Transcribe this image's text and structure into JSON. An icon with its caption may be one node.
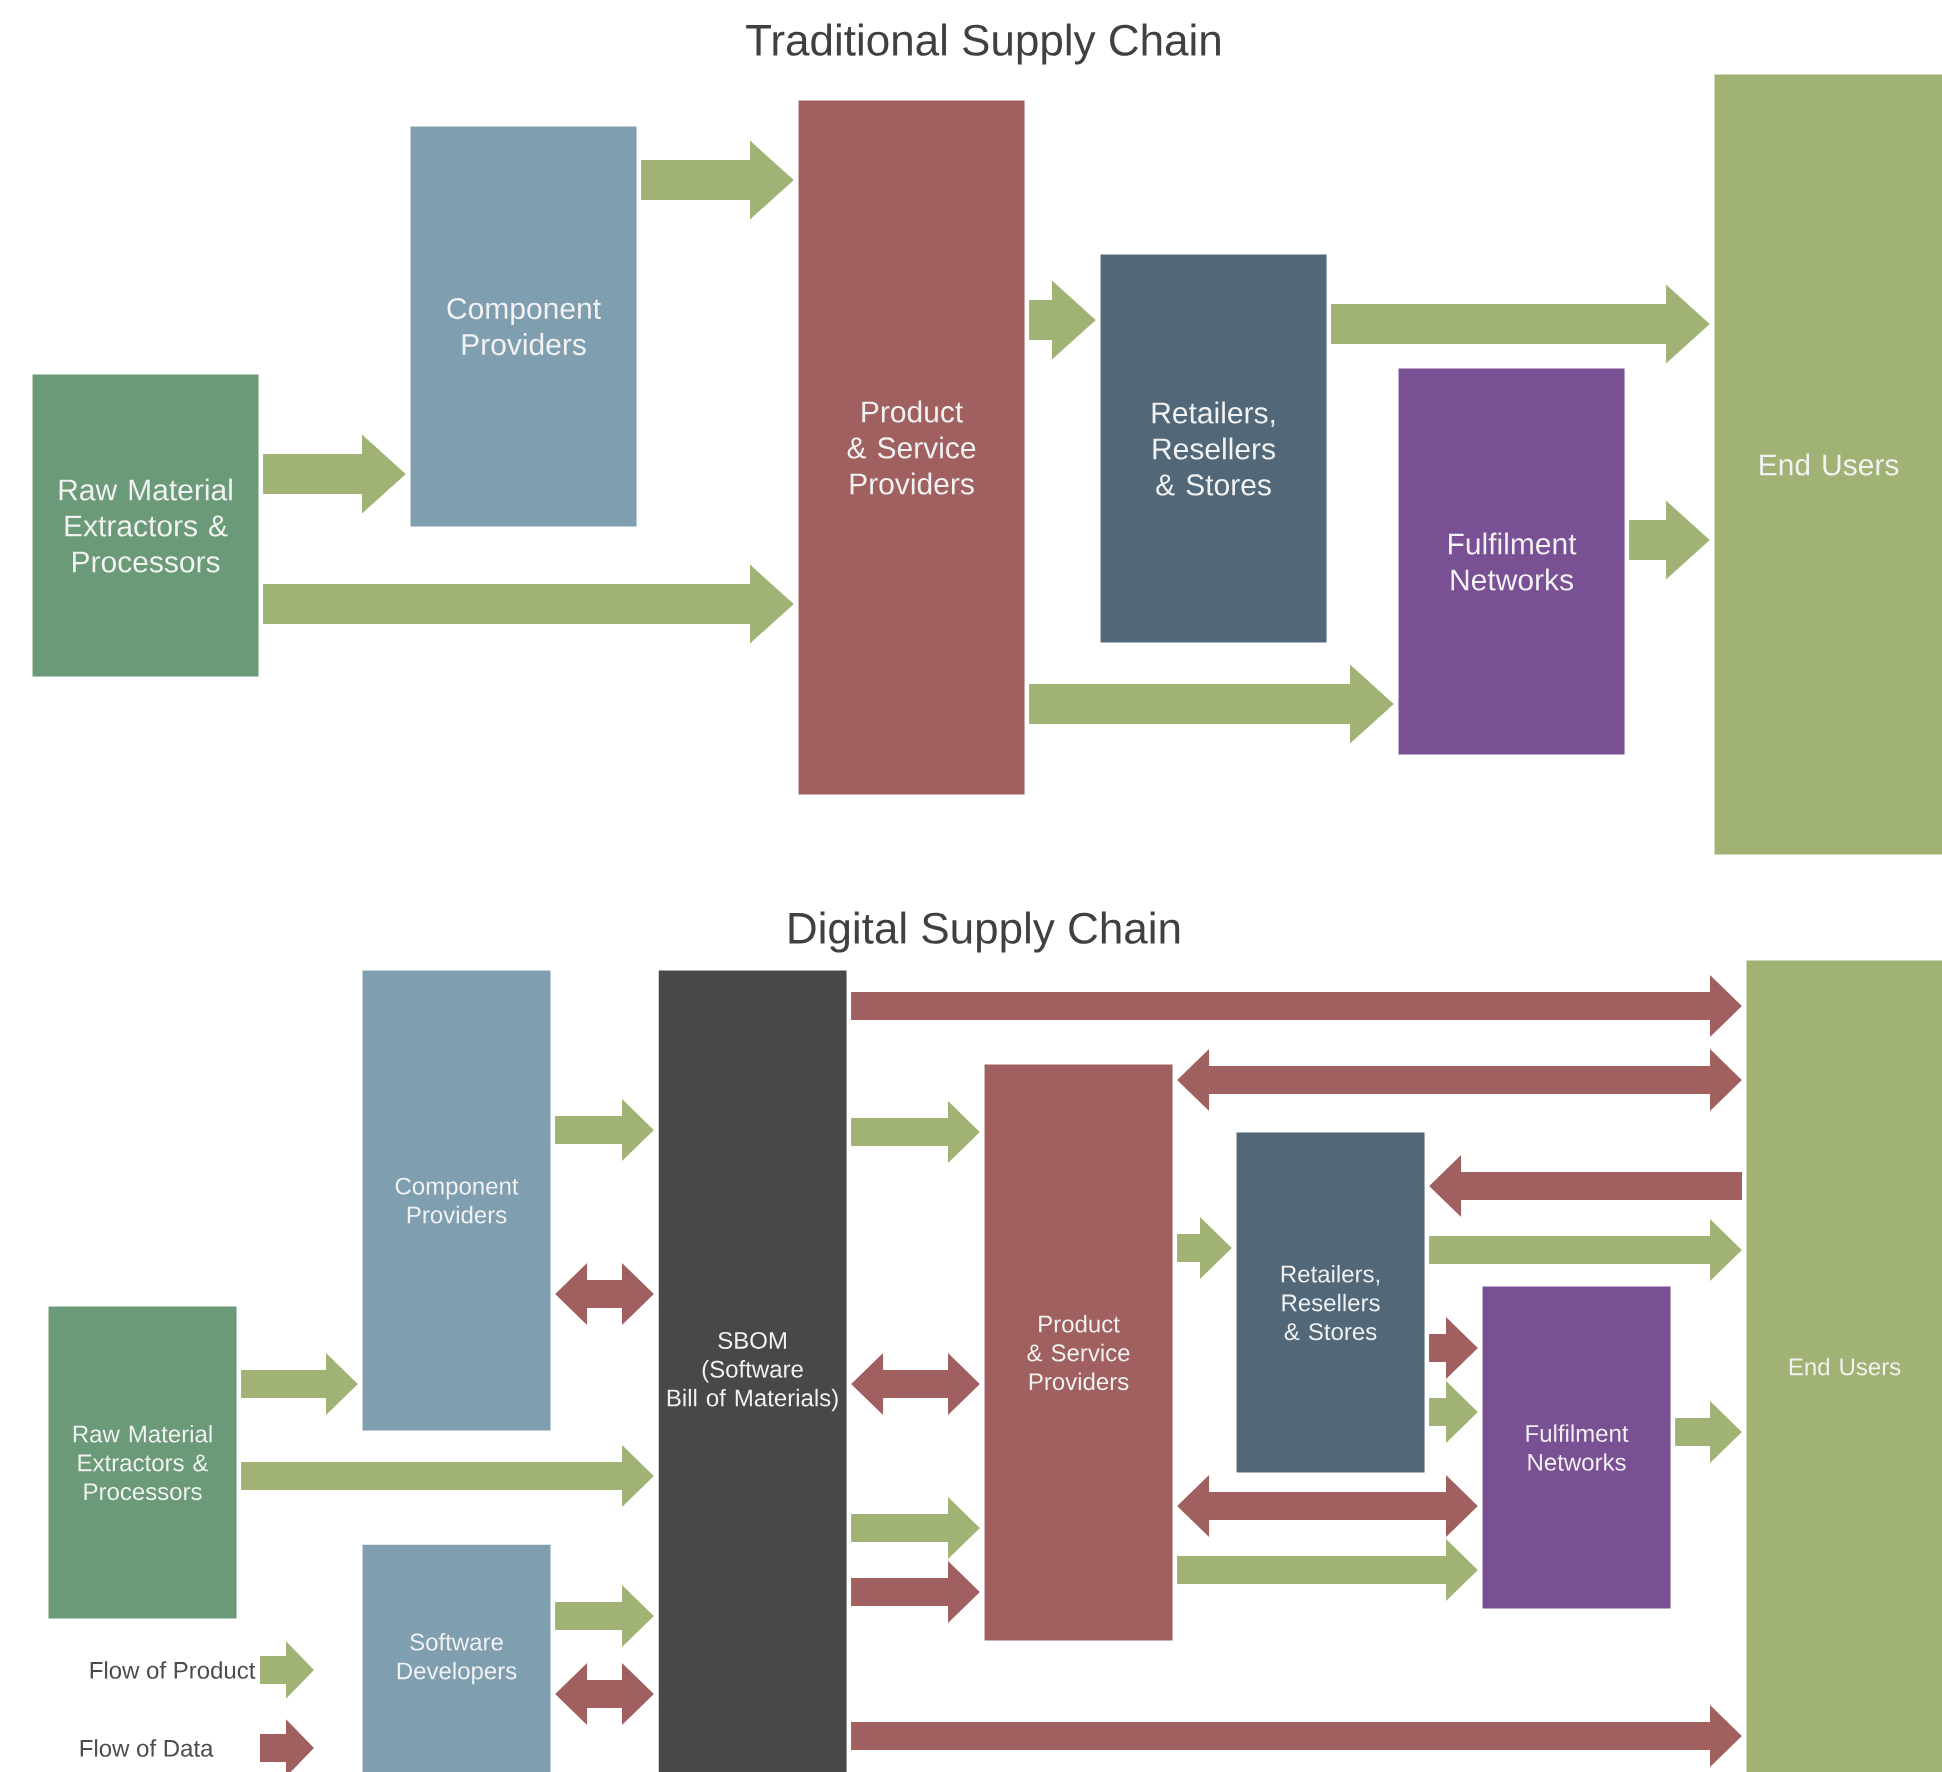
{
  "diagram": {
    "nodes": [
      {
        "text": [
          "Raw Material Extractors & Processors"
        ]
      },
      {
        "text": [
          "Component Providers"
        ]
      },
      {
        "text": [
          "Product & Service Providers"
        ]
      },
      {
        "text": [
          "Retailers, Resellers & Stores"
        ]
      },
      {
        "text": [
          "Fulfilment Networks"
        ]
      },
      {
        "text": [
          "End Users"
        ]
      },
      {
        "text": [
          "Raw Material Extractors & Processors"
        ]
      },
      {
        "text": [
          "Component Providers"
        ]
      },
      {
        "text": [
          "Software Developers"
        ]
      },
      {
        "text": [
          "SBOM (Software Bill of Materials)"
        ]
      },
      {
        "text": [
          "Product & Service Providers"
        ]
      },
      {
        "text": [
          "Retailers, Resellers & Stores"
        ]
      },
      {
        "text": [
          "Fulfilment Networks"
        ]
      },
      {
        "text": [
          "End Users"
        ]
      }
    ],
    "edges": [
      {
        "from": 0,
        "to": 1,
        "arrow": "to"
      },
      {
        "from": 0,
        "to": 2,
        "arrow": "to"
      },
      {
        "from": 1,
        "to": 2,
        "arrow": "to"
      },
      {
        "from": 2,
        "to": 3,
        "arrow": "to"
      },
      {
        "from": 3,
        "to": 5,
        "arrow": "to"
      },
      {
        "from": 2,
        "to": 4,
        "arrow": "to"
      },
      {
        "from": 4,
        "to": 5,
        "arrow": "to"
      },
      {
        "from": 7,
        "to": 9,
        "arrow": "to"
      },
      {
        "from": 7,
        "to": 9,
        "arrow": "both",
        "color": "#a06060"
      },
      {
        "from": 6,
        "to": 7,
        "arrow": "to"
      },
      {
        "from": 6,
        "to": 9,
        "arrow": "to"
      },
      {
        "from": 8,
        "to": 9,
        "arrow": "to"
      },
      {
        "from": 8,
        "to": 9,
        "arrow": "both",
        "color": "#a06060"
      },
      {
        "from": 9,
        "to": 13,
        "arrow": "to",
        "color": "#a06060"
      },
      {
        "from": 10,
        "to": 13,
        "arrow": "both",
        "color": "#a06060"
      },
      {
        "from": 9,
        "to": 10,
        "arrow": "to"
      },
      {
        "from": 9,
        "to": 10,
        "arrow": "both",
        "color": "#a06060"
      },
      {
        "from": 9,
        "to": 10,
        "arrow": "to"
      },
      {
        "from": 9,
        "to": 10,
        "arrow": "to",
        "color": "#a06060"
      },
      {
        "from": 13,
        "to": 11,
        "arrow": "to",
        "color": "#a06060"
      },
      {
        "from": 11,
        "to": 13,
        "arrow": "to"
      },
      {
        "from": 10,
        "to": 11,
        "arrow": "to"
      },
      {
        "from": 11,
        "to": 12,
        "arrow": "to",
        "color": "#a06060"
      },
      {
        "from": 11,
        "to": 12,
        "arrow": "to"
      },
      {
        "from": 12,
        "to": 13,
        "arrow": "to"
      },
      {
        "from": 10,
        "to": 12,
        "arrow": "both",
        "color": "#a06060"
      },
      {
        "from": 10,
        "to": 12,
        "arrow": "to"
      },
      {
        "from": 9,
        "to": 13,
        "arrow": "to",
        "color": "#a06060"
      }
    ],
    "labels": [
      "Traditional Supply Chain",
      "Digital Supply Chain"
    ],
    "legend": [
      {
        "text": "Flow of Product",
        "color": "#a0b274"
      },
      {
        "text": "Flow of Data",
        "color": "#a06060"
      }
    ]
  }
}
